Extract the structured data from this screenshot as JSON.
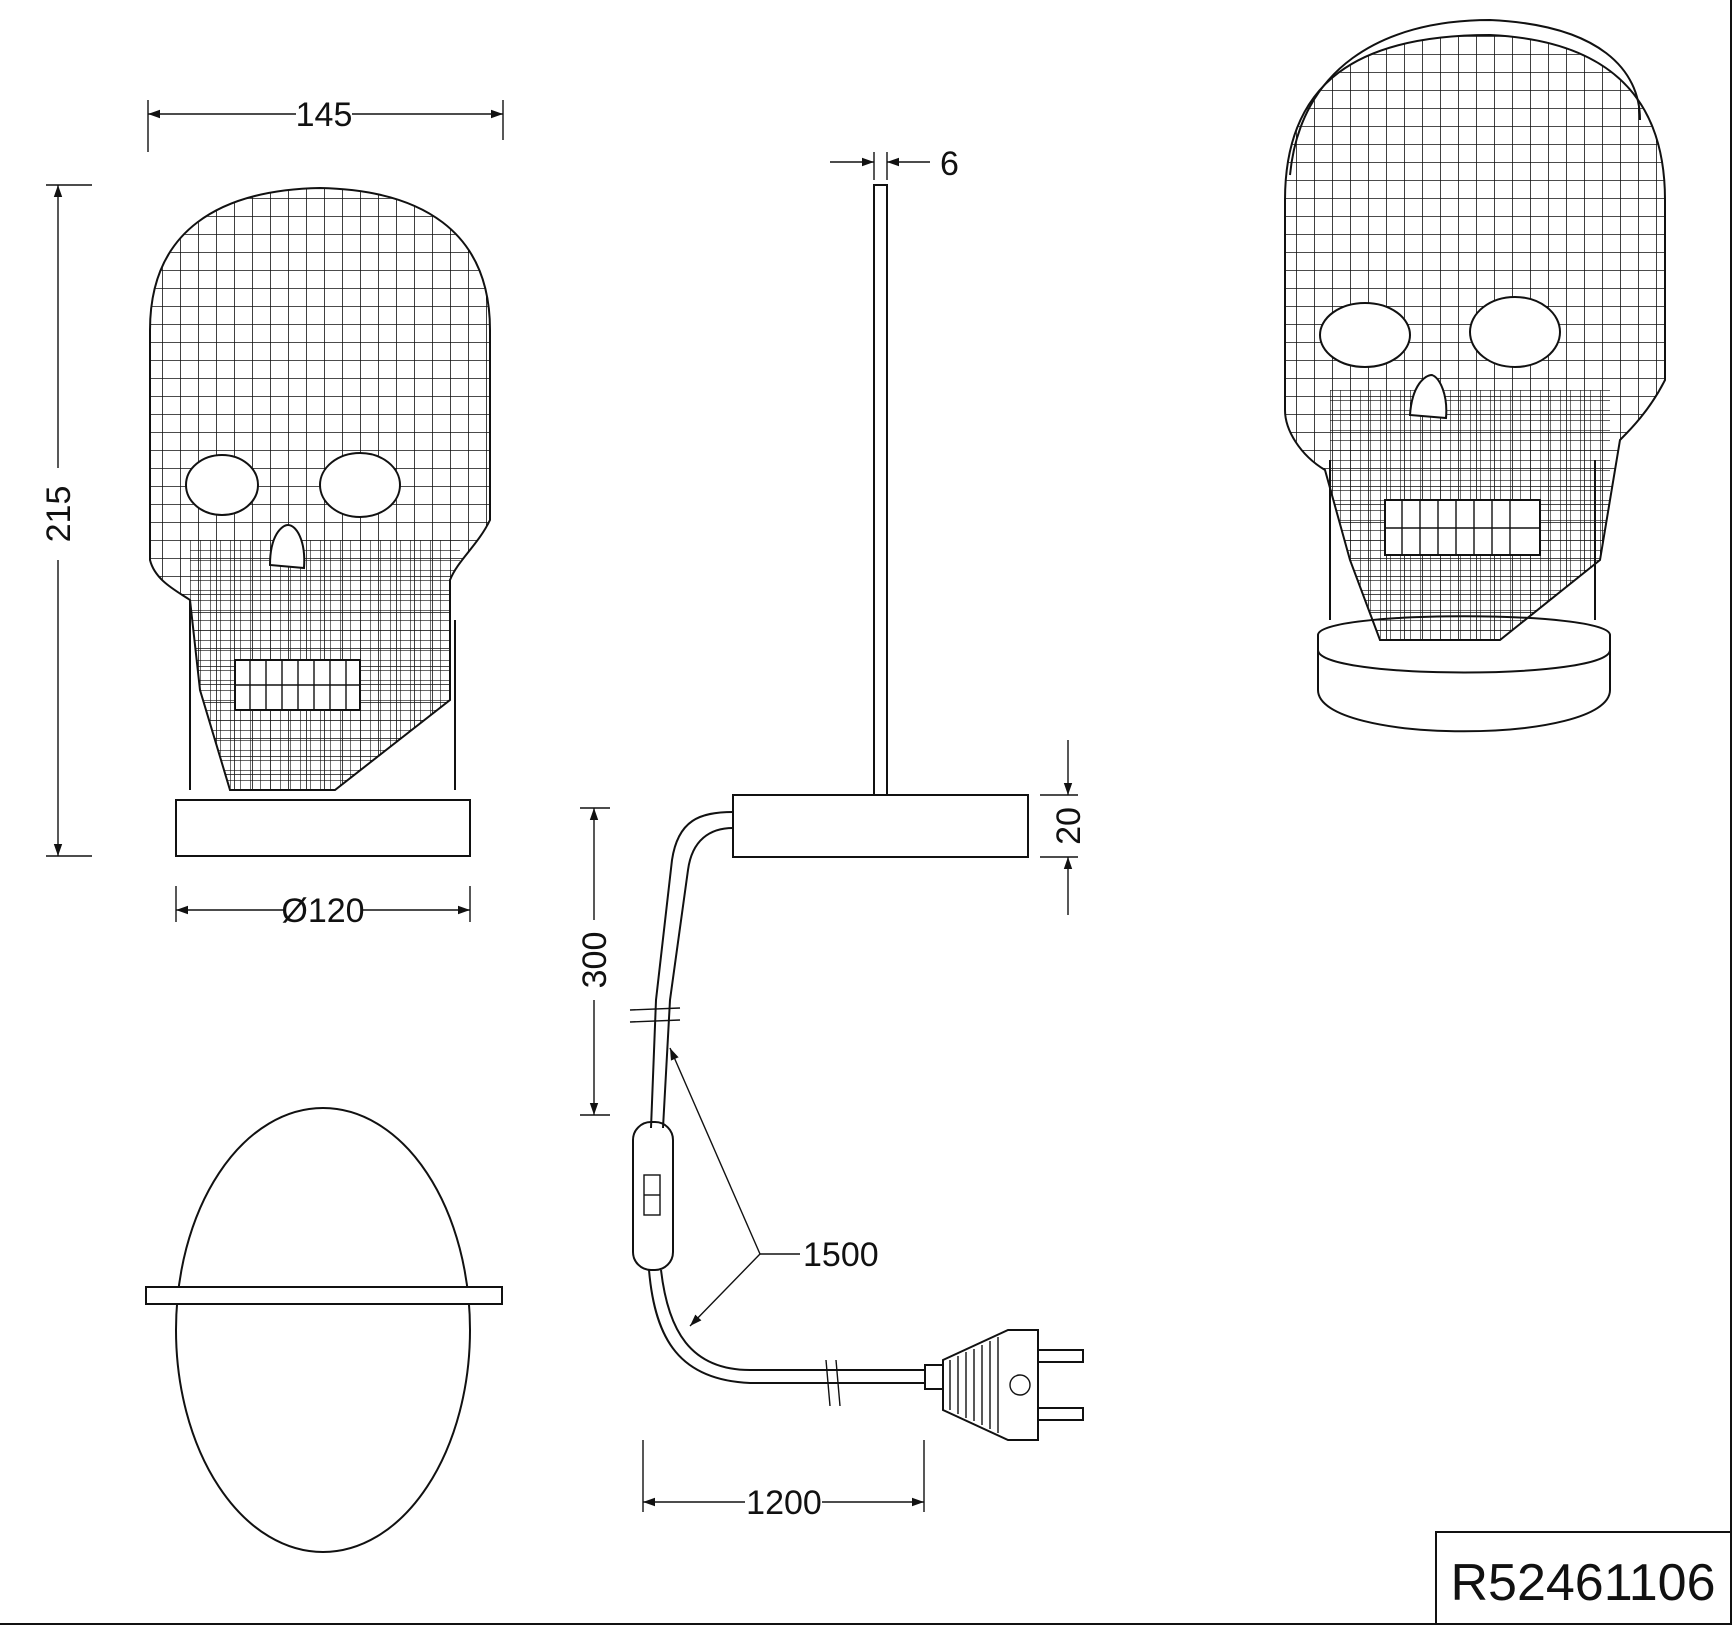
{
  "dimensions": {
    "width": "145",
    "height": "215",
    "base_diameter": "Ø120",
    "rod_thickness": "6",
    "base_height": "20",
    "cable_to_switch": "300",
    "cable_total": "1500",
    "plug_cable": "1200"
  },
  "article_code": "R52461106"
}
